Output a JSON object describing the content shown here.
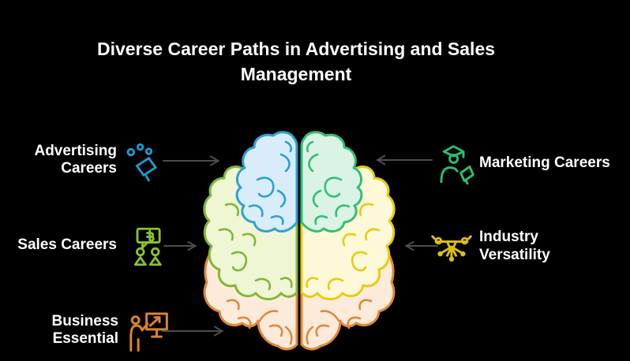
{
  "title": {
    "text": "Diverse Career Paths in Advertising and Sales Management"
  },
  "left_items": [
    {
      "label": "Advertising Careers",
      "line1": "Advertising",
      "line2": "Careers",
      "icon": "megaphone-confetti-icon",
      "color": "#1d9cd3"
    },
    {
      "label": "Sales Careers",
      "line1": "Sales Careers",
      "icon": "sales-team-chat-icon",
      "color": "#8bc230"
    },
    {
      "label": "Business Essential",
      "line1": "Business",
      "line2": "Essential",
      "icon": "presenter-whiteboard-icon",
      "color": "#d9832e"
    }
  ],
  "right_items": [
    {
      "label": "Marketing Careers",
      "line1": "Marketing Careers",
      "icon": "graduate-megaphone-icon",
      "color": "#2abd72"
    },
    {
      "label": "Industry Versatility",
      "line1": "Industry",
      "line2": "Versatility",
      "icon": "drone-icon",
      "color": "#dcc013"
    }
  ],
  "colors": {
    "background": "#000000",
    "text": "#ffffff",
    "arrow": "#4d4d4d"
  },
  "brain": {
    "left_top": {
      "fill": "#d8edf9",
      "stroke": "#2d9fd6"
    },
    "left_middle": {
      "fill": "#eff6d3",
      "stroke": "#82b636"
    },
    "left_bottom": {
      "fill": "#fcebda",
      "stroke": "#e2873b"
    },
    "right_top": {
      "fill": "#daf3e5",
      "stroke": "#31bf75"
    },
    "right_middle": {
      "fill": "#fdf8d8",
      "stroke": "#e9cb0e"
    },
    "right_bottom": {
      "fill": "#fcebda",
      "stroke": "#e2873b"
    }
  }
}
